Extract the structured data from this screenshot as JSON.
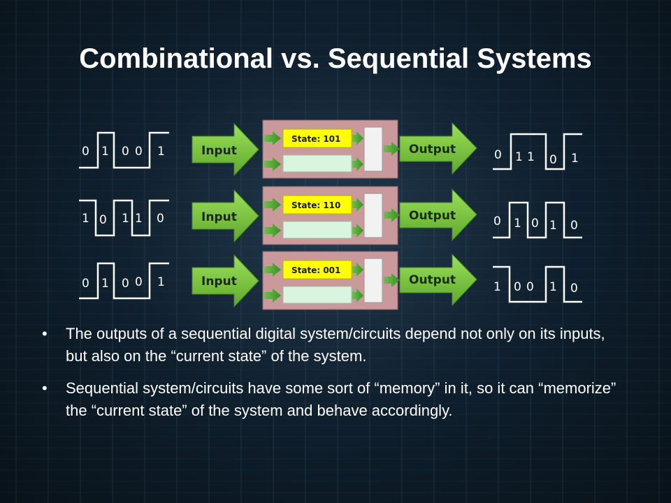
{
  "title": "Combinational vs. Sequential Systems",
  "rows": [
    {
      "input_bits": [
        "0",
        "1",
        "0",
        "0",
        "1"
      ],
      "input_label": "Input",
      "state_label": "State: 101",
      "output_label": "Output",
      "output_bits": [
        "0",
        "1",
        "1",
        "0",
        "1"
      ]
    },
    {
      "input_bits": [
        "1",
        "0",
        "1",
        "1",
        "0"
      ],
      "input_label": "Input",
      "state_label": "State: 110",
      "output_label": "Output",
      "output_bits": [
        "0",
        "1",
        "0",
        "1",
        "0"
      ]
    },
    {
      "input_bits": [
        "0",
        "1",
        "0",
        "0",
        "1"
      ],
      "input_label": "Input",
      "state_label": "State: 001",
      "output_label": "Output",
      "output_bits": [
        "1",
        "0",
        "0",
        "1",
        "0"
      ]
    }
  ],
  "bullets": [
    "The outputs of a sequential digital system/circuits depend not only on its inputs, but also on the “current state” of the system.",
    "Sequential system/circuits have some sort of “memory” in it, so it can “memorize” the “current state” of the system and behave accordingly."
  ],
  "colors": {
    "arrow": "#7dc242",
    "block": "#c9999c",
    "state_box": "#ffff00",
    "lower_box": "#d9f5e0",
    "gate": "#f2f2f2",
    "text": "#ffffff"
  }
}
